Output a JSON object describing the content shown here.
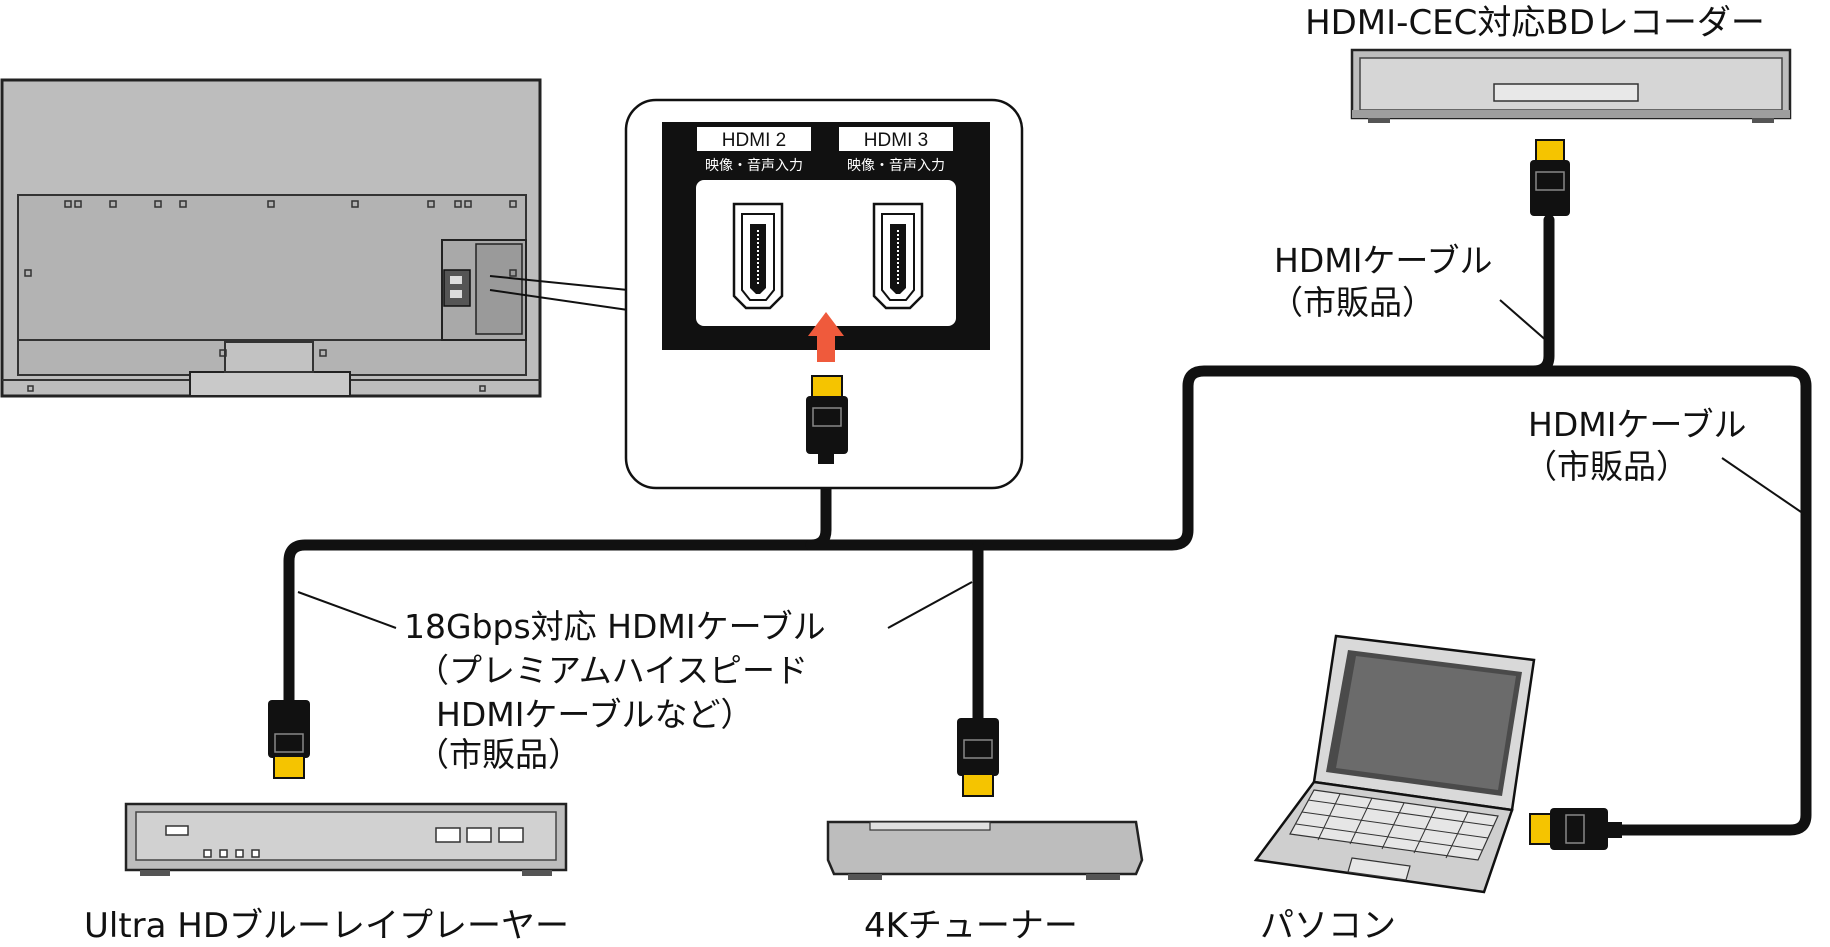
{
  "devices": {
    "recorder": "HDMI-CEC対応BDレコーダー",
    "player": "Ultra HDブルーレイプレーヤー",
    "tuner": "4Kチューナー",
    "pc": "パソコン"
  },
  "ports": {
    "hdmi2": "HDMI 2",
    "hdmi3": "HDMI 3",
    "port_sub": "映像・音声入力"
  },
  "cables": {
    "recorder_cable": {
      "line1": "HDMIケーブル",
      "line2": "（市販品）"
    },
    "pc_cable": {
      "line1": "HDMIケーブル",
      "line2": "（市販品）"
    },
    "fast_cable": {
      "line1": "18Gbps対応 HDMIケーブル",
      "line2": "（プレミアムハイスピード",
      "line3": "HDMIケーブルなど）",
      "line4": "（市販品）"
    }
  },
  "colors": {
    "cable": "#111111",
    "connector_gold": "#f5c400",
    "arrow": "#ef5a3c",
    "panel_black": "#111111",
    "tv_gray": "#bdbdbd"
  }
}
